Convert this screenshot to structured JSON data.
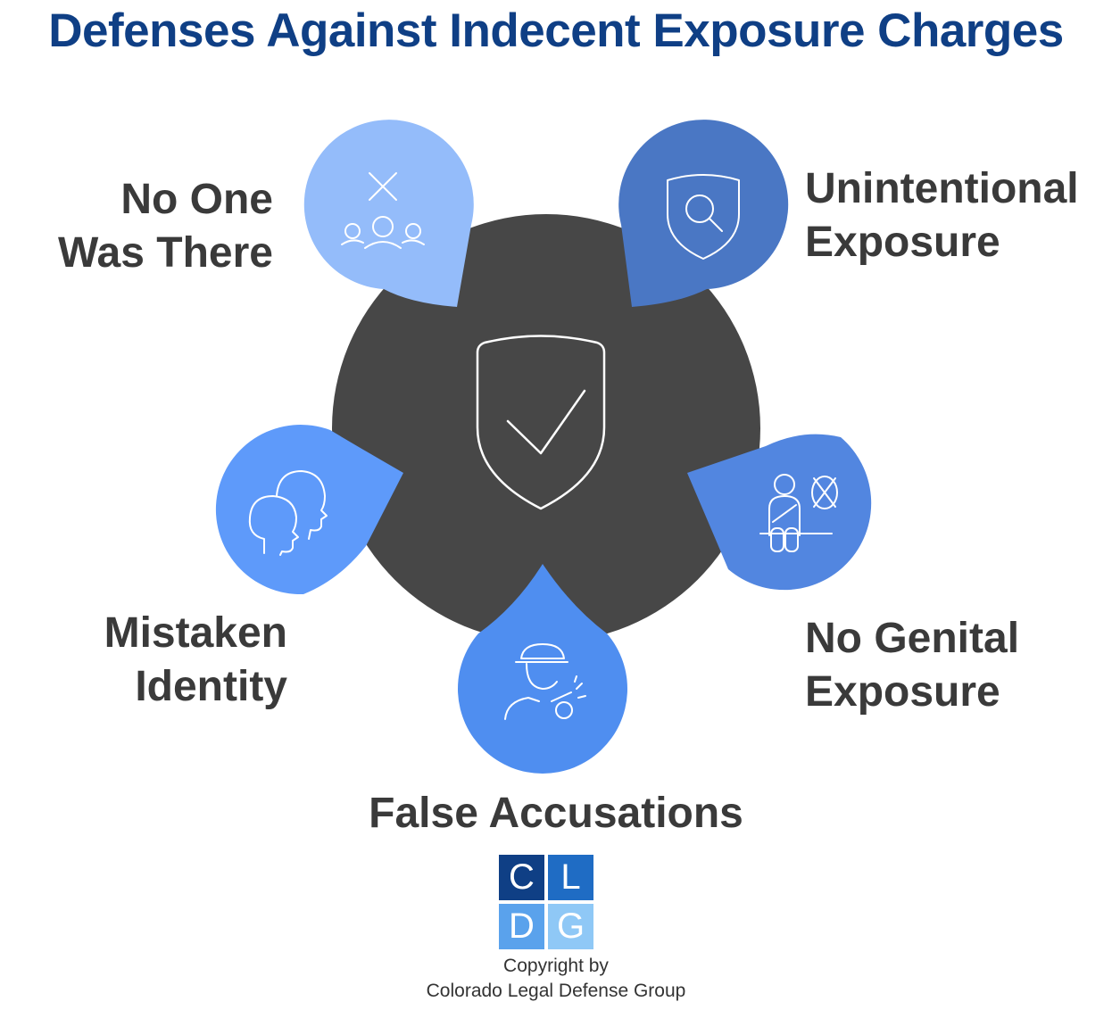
{
  "title": "Defenses Against Indecent Exposure Charges",
  "center": {
    "icon": "shield-check-icon"
  },
  "defenses": [
    {
      "label_line1": "No One",
      "label_line2": "Was There",
      "icon": "no-people-icon",
      "color": "#94bcfa"
    },
    {
      "label_line1": "Unintentional",
      "label_line2": "Exposure",
      "icon": "shield-search-icon",
      "color": "#4a77c4"
    },
    {
      "label_line1": "No Genital",
      "label_line2": "Exposure",
      "icon": "seated-person-icon",
      "color": "#5286e0"
    },
    {
      "label_line1": "False Accusations",
      "label_line2": "",
      "icon": "whistleblower-icon",
      "color": "#4f8ef0"
    },
    {
      "label_line1": "Mistaken",
      "label_line2": "Identity",
      "icon": "two-heads-icon",
      "color": "#5e9afa"
    }
  ],
  "logo": {
    "letters": [
      "C",
      "L",
      "D",
      "G"
    ],
    "colors": [
      "#0f3f85",
      "#1f6cc4",
      "#5aa2ec",
      "#8fc8f6"
    ]
  },
  "copyright": {
    "line1": "Copyright by",
    "line2": "Colorado Legal Defense Group"
  },
  "colors": {
    "hub": "#474747",
    "title": "#0f3f85",
    "label": "#3a3a3a"
  }
}
